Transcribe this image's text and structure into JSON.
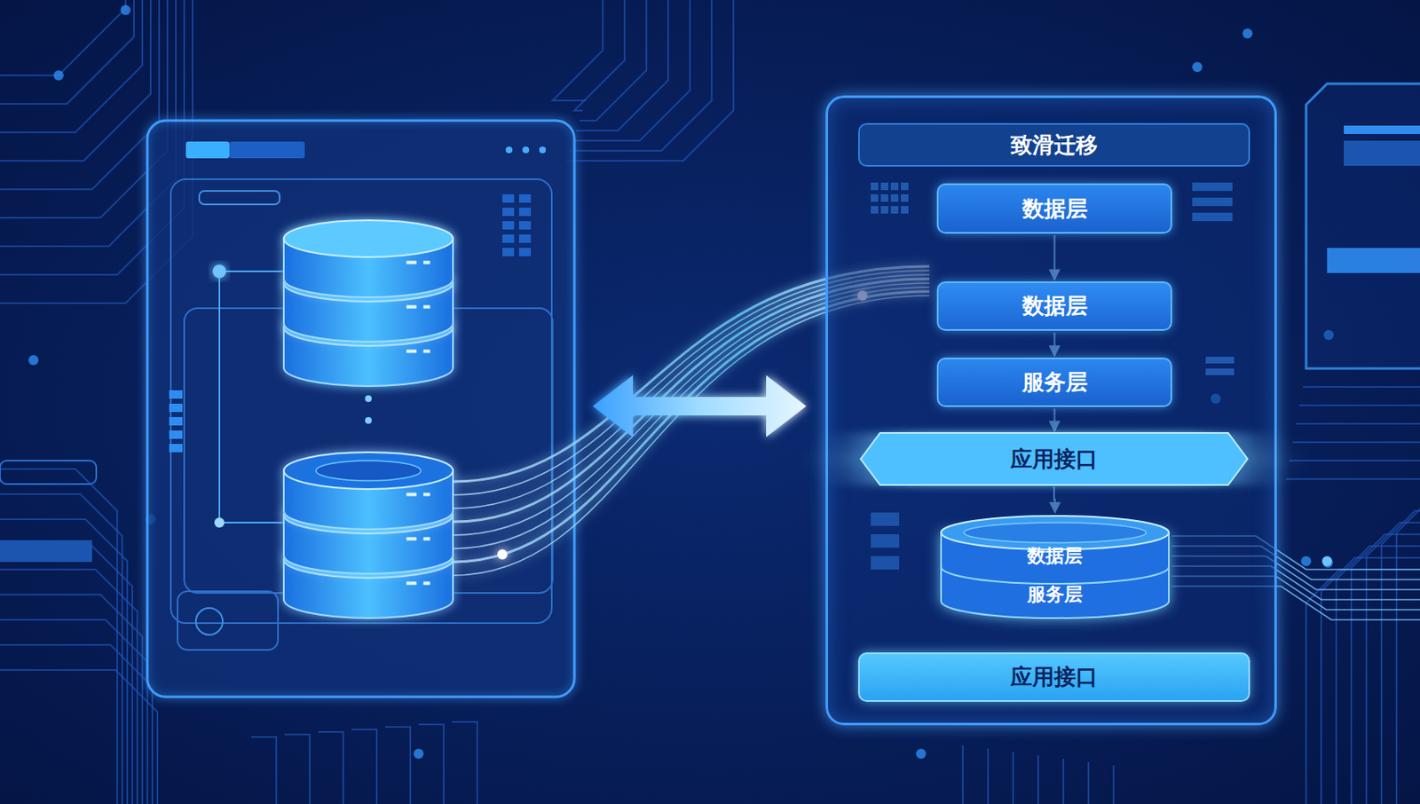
{
  "diagram": {
    "nodes": [
      {
        "text": [
          "致滑迁移"
        ]
      },
      {
        "text": [
          "数据层"
        ],
        "in": 0
      },
      {
        "text": [
          "数据层"
        ],
        "in": 0
      },
      {
        "text": [
          "服务层"
        ],
        "in": 0
      },
      {
        "text": [
          "应用接口"
        ],
        "in": 0
      },
      {
        "text": [
          "数据层",
          "服务层"
        ],
        "in": 0
      },
      {
        "text": [
          "应用接口"
        ],
        "in": 0
      }
    ],
    "edges": [
      {
        "from": 1,
        "to": 2,
        "arrow": "to"
      },
      {
        "from": 2,
        "to": 3,
        "arrow": "to"
      },
      {
        "from": 3,
        "to": 4,
        "arrow": "to"
      },
      {
        "from": 4,
        "to": 5,
        "arrow": "to"
      }
    ]
  }
}
